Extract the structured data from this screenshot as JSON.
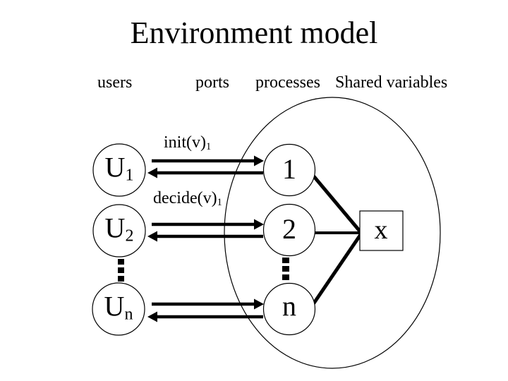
{
  "title": "Environment model",
  "column_headers": [
    {
      "label": "users"
    },
    {
      "label": "ports"
    },
    {
      "label": "processes"
    },
    {
      "label": "Shared variables"
    }
  ],
  "user_nodes": [
    {
      "base": "U",
      "sub": "1"
    },
    {
      "base": "U",
      "sub": "2"
    },
    {
      "base": "U",
      "sub": "n"
    }
  ],
  "port_messages": [
    {
      "text": "init(v)",
      "sub": "1"
    },
    {
      "text": "decide(v)",
      "sub": "1"
    }
  ],
  "process_nodes": [
    {
      "label": "1"
    },
    {
      "label": "2"
    },
    {
      "label": "n"
    }
  ],
  "shared_variable": {
    "label": "x"
  },
  "colors": {
    "ink": "#000000",
    "background": "#ffffff"
  }
}
